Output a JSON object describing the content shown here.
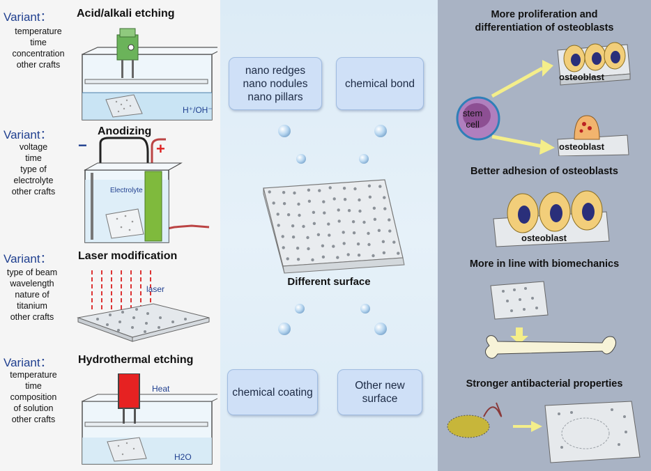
{
  "left": {
    "variant_label": "Variant：",
    "sections": [
      {
        "title": "Acid/alkali etching",
        "params": [
          "temperature",
          "time",
          "concentration",
          "other crafts"
        ],
        "tag": "H⁺/OH⁻"
      },
      {
        "title": "Anodizing",
        "params": [
          "voltage",
          "time",
          "type of",
          "electrolyte",
          "other crafts"
        ],
        "tag": "Electrolyte"
      },
      {
        "title": "Laser modification",
        "params": [
          "type of beam",
          "wavelength",
          "nature of",
          "titanium",
          "other crafts"
        ],
        "tag": "laser"
      },
      {
        "title": "Hydrothermal etching",
        "params": [
          "temperature",
          "time",
          "composition",
          "of solution",
          "other crafts"
        ],
        "tag": "Heat",
        "tag2": "H2O"
      }
    ]
  },
  "middle": {
    "box_top_left": "nano redges\nnano nodules\nnano pillars",
    "box_top_right": "chemical bond",
    "center_label": "Different surface",
    "box_bottom_left": "chemical coating",
    "box_bottom_right": "Other new\nsurface"
  },
  "right": {
    "sections": [
      {
        "title": "More proliferation and\ndifferentiation of osteoblasts"
      },
      {
        "title": "Better adhesion of osteoblasts"
      },
      {
        "title": "More in line with biomechanics"
      },
      {
        "title": "Stronger antibacterial properties"
      }
    ],
    "stem_cell_label": "stem\ncell",
    "osteoblast_label": "osteoblast"
  },
  "colors": {
    "left_bg": "#f5f5f5",
    "middle_bg": "#e1eef8",
    "right_bg": "#a9b3c4",
    "variant_blue": "#1f3f8f",
    "box_fill": "#cfe0f7",
    "arrow_yellow": "#f4ee8a"
  }
}
